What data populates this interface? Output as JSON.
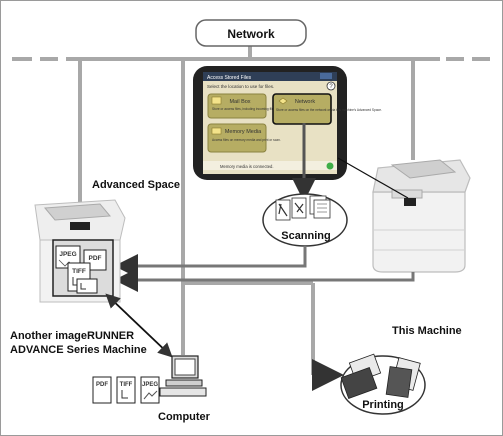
{
  "diagram": {
    "network_label": "Network",
    "advanced_space_label": "Advanced Space",
    "another_machine_line1": "Another imageRUNNER",
    "another_machine_line2": "ADVANCE Series Machine",
    "this_machine_label": "This Machine",
    "computer_label": "Computer",
    "scanning_label": "Scanning",
    "printing_label": "Printing"
  },
  "panel": {
    "title": "Access Stored Files",
    "prompt": "Select the location to use for files.",
    "help_glyph": "?",
    "mail_box_label": "Mail Box",
    "mail_box_desc": "Store or access files, including incoming files, in the Mail Box.",
    "network_button_label": "Network",
    "network_button_desc": "Store or access files on the network or via this machine's Advanced Space.",
    "memory_media_label": "Memory Media",
    "memory_media_desc": "Access files on memory media and print or scan.",
    "status_text": "Memory media is connected."
  },
  "file_badges": {
    "jpeg": "JPEG",
    "pdf": "PDF",
    "tiff": "TIFF"
  },
  "colors": {
    "frame_border": "#9a9a9a",
    "network_line": "#a8a8a8",
    "panel_bezel": "#222222",
    "panel_body": "#e8e1c4",
    "panel_header": "#2f3f57",
    "button_olive": "#b6ad63",
    "button_selected_border": "#111111",
    "arrow": "#333333"
  }
}
